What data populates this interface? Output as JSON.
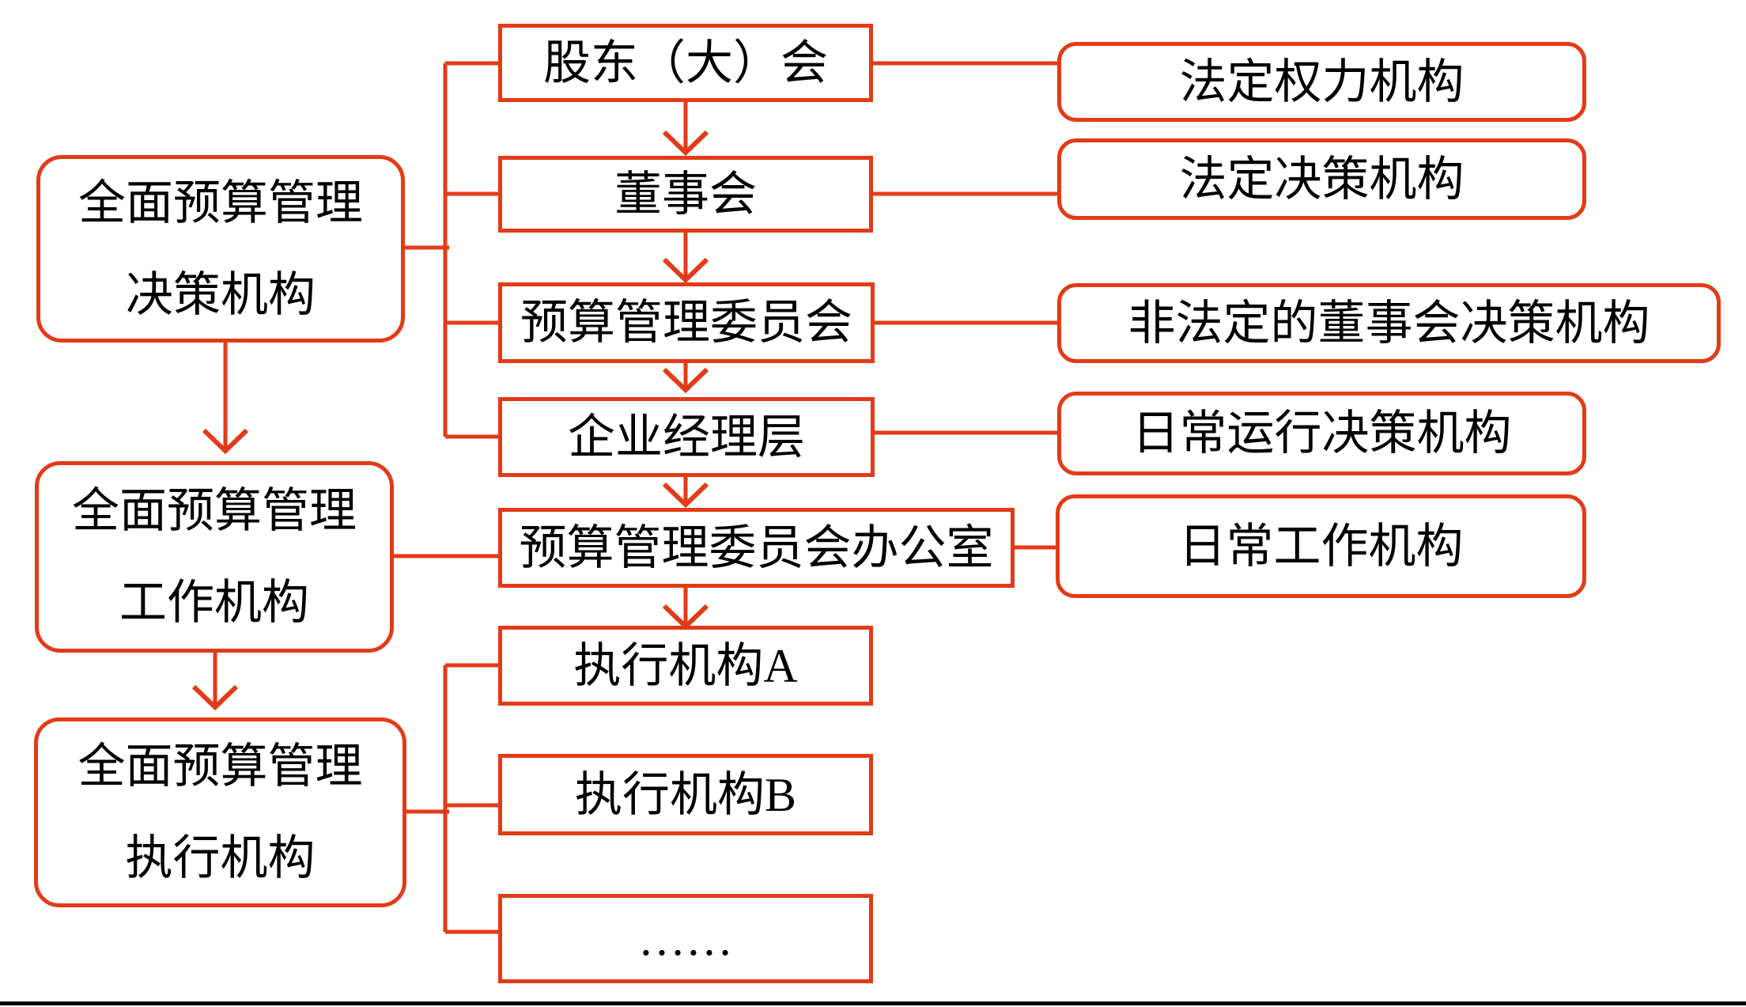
{
  "palette": {
    "accent": "#e23b17",
    "text": "#000000",
    "divider": "#000000",
    "background": "#ffffff"
  },
  "left_column": [
    {
      "line1": "全面预算管理",
      "line2": "决策机构"
    },
    {
      "line1": "全面预算管理",
      "line2": "工作机构"
    },
    {
      "line1": "全面预算管理",
      "line2": "执行机构"
    }
  ],
  "middle_column": [
    {
      "label": "股东（大）会"
    },
    {
      "label": "董事会"
    },
    {
      "label": "预算管理委员会"
    },
    {
      "label": "企业经理层"
    },
    {
      "label": "预算管理委员会办公室"
    },
    {
      "label": "执行机构A"
    },
    {
      "label": "执行机构B"
    },
    {
      "label": "……"
    }
  ],
  "right_column": [
    {
      "label": "法定权力机构"
    },
    {
      "label": "法定决策机构"
    },
    {
      "label": "非法定的董事会决策机构"
    },
    {
      "label": "日常运行决策机构"
    },
    {
      "label": "日常工作机构"
    }
  ]
}
